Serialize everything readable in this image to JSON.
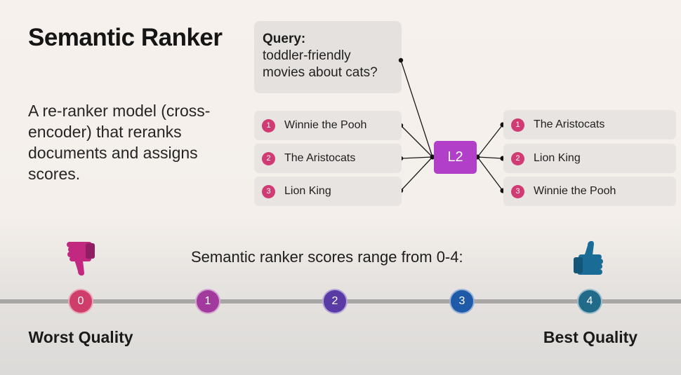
{
  "title": "Semantic Ranker",
  "description": "A re-ranker model (cross-encoder) that reranks documents and assigns scores.",
  "query": {
    "label": "Query:",
    "text": "toddler-friendly movies about cats?"
  },
  "model_label": "L2",
  "input_docs": [
    {
      "rank": "1",
      "title": "Winnie the Pooh"
    },
    {
      "rank": "2",
      "title": "The Aristocats"
    },
    {
      "rank": "3",
      "title": "Lion King"
    }
  ],
  "output_docs": [
    {
      "rank": "1",
      "title": "The Aristocats"
    },
    {
      "rank": "2",
      "title": "Lion King"
    },
    {
      "rank": "3",
      "title": "Winnie the Pooh"
    }
  ],
  "range_text": "Semantic ranker scores range from 0-4:",
  "scores": [
    {
      "value": "0",
      "color": "#cf3d6b"
    },
    {
      "value": "1",
      "color": "#a13a9c"
    },
    {
      "value": "2",
      "color": "#5a3ba6"
    },
    {
      "value": "3",
      "color": "#1f5aa8"
    },
    {
      "value": "4",
      "color": "#226a8a"
    }
  ],
  "worst_label": "Worst Quality",
  "best_label": "Best Quality",
  "icons": {
    "worst": "thumbs-down-icon",
    "best": "thumbs-up-icon"
  },
  "colors": {
    "badge": "#cf3b72",
    "model": "#b23fc8",
    "thumbs_down": "#c2287f",
    "thumbs_up": "#1a6c97"
  }
}
